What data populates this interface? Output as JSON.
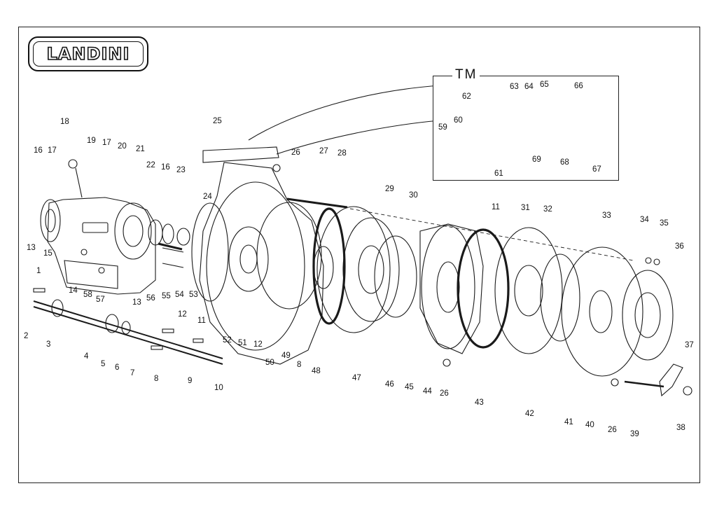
{
  "brand": {
    "logo_text": "LANDINI"
  },
  "detail": {
    "title": "TM"
  },
  "colors": {
    "line": "#1a1a1a",
    "shade": "#7a7a7a",
    "paper": "#ffffff"
  },
  "callouts": [
    "1",
    "2",
    "3",
    "4",
    "5",
    "6",
    "7",
    "8",
    "8",
    "9",
    "10",
    "11",
    "11",
    "12",
    "12",
    "13",
    "13",
    "14",
    "15",
    "16",
    "16",
    "17",
    "17",
    "18",
    "19",
    "20",
    "21",
    "22",
    "23",
    "24",
    "25",
    "26",
    "26",
    "26",
    "26",
    "27",
    "28",
    "29",
    "30",
    "31",
    "32",
    "33",
    "34",
    "35",
    "36",
    "37",
    "38",
    "39",
    "40",
    "41",
    "42",
    "43",
    "44",
    "45",
    "46",
    "47",
    "48",
    "49",
    "50",
    "51",
    "52",
    "53",
    "54",
    "55",
    "56",
    "57",
    "58",
    "59",
    "60",
    "61",
    "62",
    "63",
    "64",
    "65",
    "66",
    "67",
    "68",
    "69"
  ]
}
